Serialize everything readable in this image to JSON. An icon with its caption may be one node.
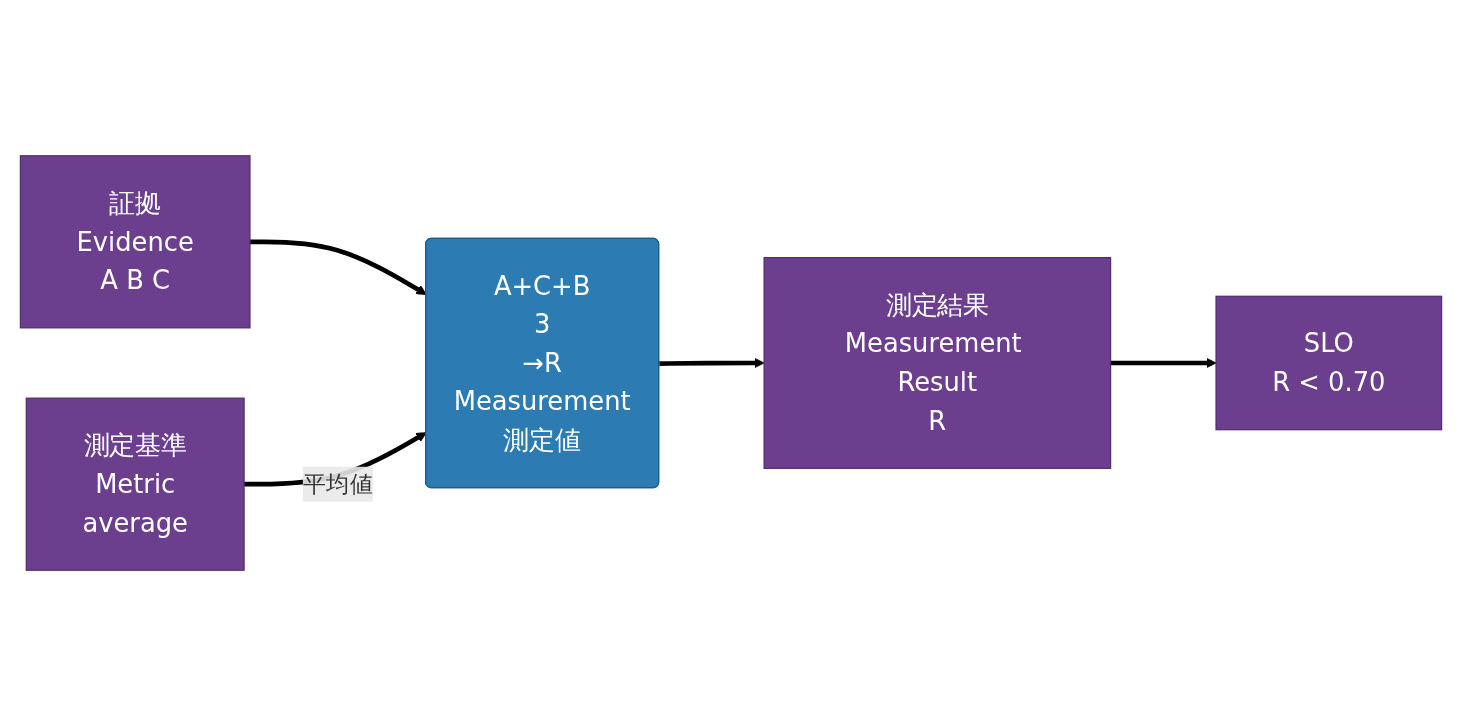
{
  "diagram": {
    "nodes": [
      {
        "text": [
          "証拠",
          "Evidence",
          "A B C"
        ]
      },
      {
        "text": [
          "測定基準",
          "Metric",
          "average"
        ]
      },
      {
        "text": [
          "A+C+B",
          "3",
          "→R",
          "Measurement",
          "測定値"
        ]
      },
      {
        "text": [
          "測定結果",
          "Measurement Result",
          "R"
        ]
      },
      {
        "text": [
          "SLO",
          "R < 0.70"
        ]
      }
    ],
    "edges": [
      {
        "from": 0,
        "to": 2,
        "arrow": "to"
      },
      {
        "from": 1,
        "to": 2,
        "arrow": "to",
        "label": "平均値"
      },
      {
        "from": 2,
        "to": 3,
        "arrow": "to"
      },
      {
        "from": 3,
        "to": 4,
        "arrow": "to"
      }
    ]
  }
}
